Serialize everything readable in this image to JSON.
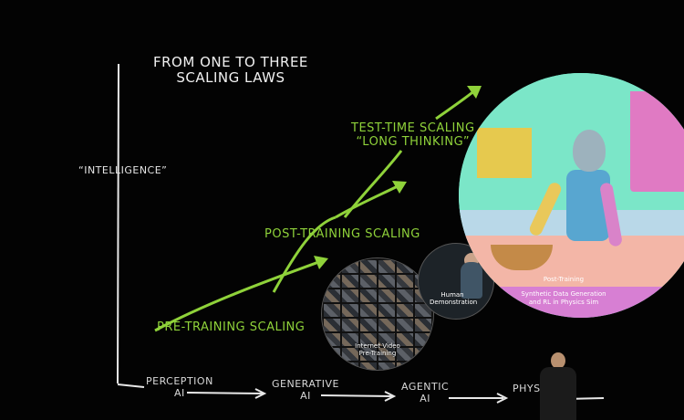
{
  "slide": {
    "title_line1": "From one to three",
    "title_line2": "scaling laws",
    "y_axis_label": "“Intelligence”",
    "scaling_laws": [
      {
        "line1": "Pre-Training Scaling",
        "line2": ""
      },
      {
        "line1": "Post-Training Scaling",
        "line2": ""
      },
      {
        "line1": "Test-Time Scaling",
        "line2": "“Long Thinking”"
      }
    ],
    "stages": [
      {
        "line1": "Perception",
        "line2": "AI"
      },
      {
        "line1": "Generative",
        "line2": "AI"
      },
      {
        "line1": "Agentic",
        "line2": "AI"
      },
      {
        "line1": "Phys",
        "line2": ""
      }
    ],
    "images": {
      "internet_video": {
        "line1": "Internet Video",
        "line2": "Pre-Training"
      },
      "human_demo": {
        "line1": "Human",
        "line2": "Demonstration"
      },
      "post_training": {
        "caption": "Post-Training",
        "line1": "Synthetic Data Generation",
        "line2": "and RL in Physics Sim"
      }
    },
    "colors": {
      "accent_green": "#8fd23a",
      "background": "#030303",
      "line": "#e8e8e8"
    }
  }
}
